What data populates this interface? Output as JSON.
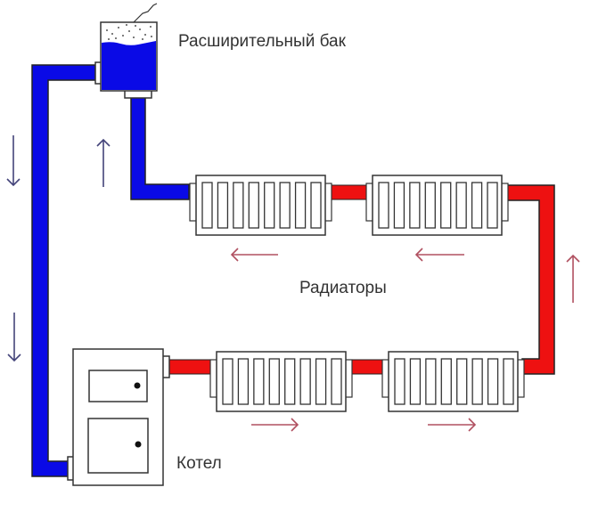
{
  "labels": {
    "tank": "Расширительный бак",
    "radiators": "Радиаторы",
    "boiler": "Котел"
  },
  "colors": {
    "cold_pipe": "#0a0ae6",
    "hot_pipe": "#ee1111",
    "outline": "#333333",
    "arrow_cold": "#44447a",
    "arrow_hot": "#b05060"
  },
  "diagram": {
    "title": "Heating system circulation scheme",
    "components": [
      {
        "id": "expansion-tank",
        "label_key": "tank"
      },
      {
        "id": "radiator-top-left"
      },
      {
        "id": "radiator-top-right"
      },
      {
        "id": "radiator-bottom-left"
      },
      {
        "id": "radiator-bottom-right"
      },
      {
        "id": "boiler",
        "label_key": "boiler"
      }
    ],
    "flow_arrows": [
      {
        "id": "left-riser-down-1",
        "direction": "down"
      },
      {
        "id": "left-riser-down-2",
        "direction": "down"
      },
      {
        "id": "tank-pipe-up",
        "direction": "up"
      },
      {
        "id": "top-left-flow",
        "direction": "left"
      },
      {
        "id": "top-right-flow",
        "direction": "left"
      },
      {
        "id": "right-riser-up",
        "direction": "up"
      },
      {
        "id": "bottom-left-flow",
        "direction": "right"
      },
      {
        "id": "bottom-right-flow",
        "direction": "right"
      }
    ],
    "radiator_sections": 8
  }
}
